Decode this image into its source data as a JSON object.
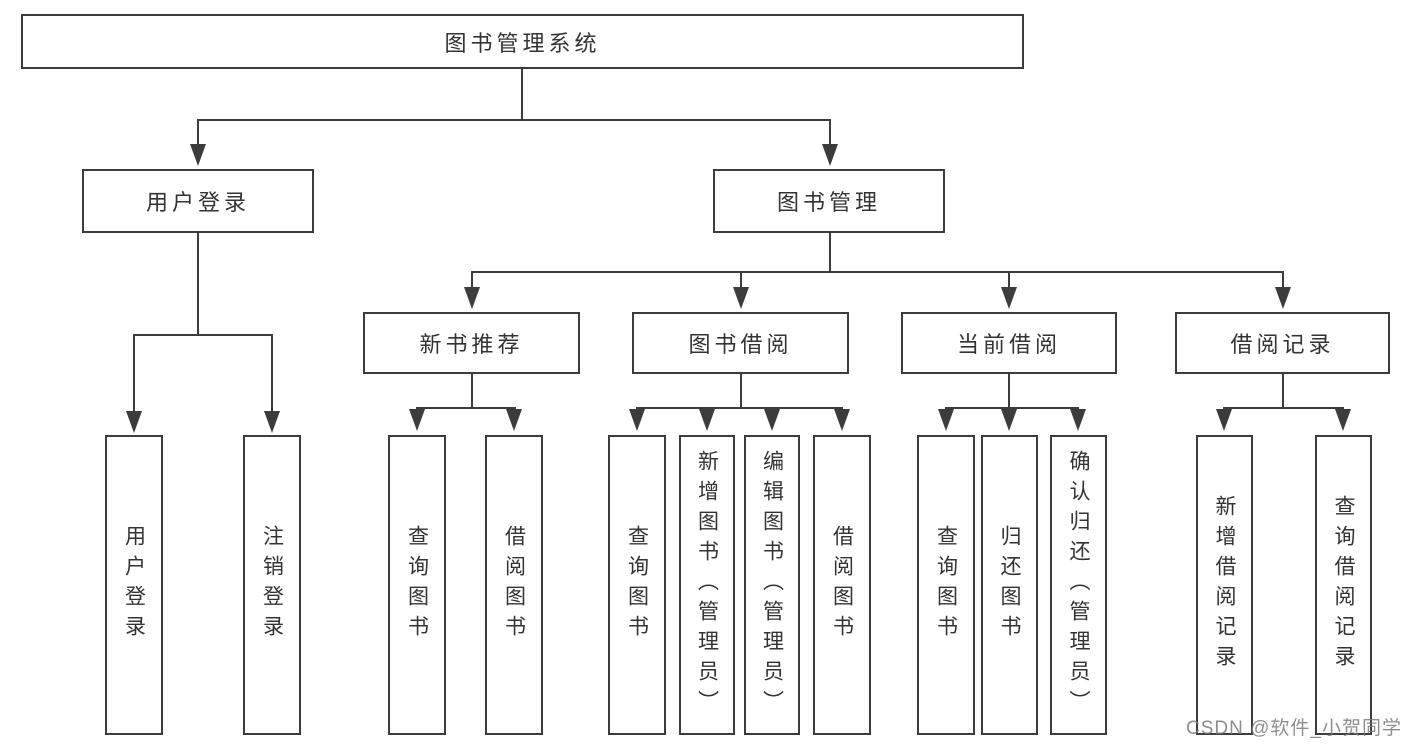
{
  "colors": {
    "background": "#ffffff",
    "line": "#3c3c3c",
    "text": "#333333",
    "watermark": "#7a7a7a"
  },
  "watermark": {
    "text": "CSDN @软件_小贺同学"
  },
  "diagram": {
    "root": {
      "id": "library-management-system",
      "label": "图书管理系统"
    },
    "level2": [
      {
        "id": "user-login",
        "label": "用户登录",
        "parent": "library-management-system"
      },
      {
        "id": "book-management",
        "label": "图书管理",
        "parent": "library-management-system"
      }
    ],
    "level3": [
      {
        "id": "new-book-recommend",
        "label": "新书推荐",
        "parent": "book-management"
      },
      {
        "id": "book-borrow",
        "label": "图书借阅",
        "parent": "book-management"
      },
      {
        "id": "current-borrow",
        "label": "当前借阅",
        "parent": "book-management"
      },
      {
        "id": "borrow-records",
        "label": "借阅记录",
        "parent": "book-management"
      }
    ],
    "leaves": [
      {
        "label": "用户登录",
        "parent": "user-login"
      },
      {
        "label": "注销登录",
        "parent": "user-login"
      },
      {
        "label": "查询图书",
        "parent": "new-book-recommend"
      },
      {
        "label": "借阅图书",
        "parent": "new-book-recommend"
      },
      {
        "label": "查询图书",
        "parent": "book-borrow"
      },
      {
        "label": "新增图书（管理员）",
        "parent": "book-borrow"
      },
      {
        "label": "编辑图书（管理员）",
        "parent": "book-borrow"
      },
      {
        "label": "借阅图书",
        "parent": "book-borrow"
      },
      {
        "label": "查询图书",
        "parent": "current-borrow"
      },
      {
        "label": "归还图书",
        "parent": "current-borrow"
      },
      {
        "label": "确认归还（管理员）",
        "parent": "current-borrow"
      },
      {
        "label": "新增借阅记录",
        "parent": "borrow-records"
      },
      {
        "label": "查询借阅记录",
        "parent": "borrow-records"
      }
    ]
  }
}
